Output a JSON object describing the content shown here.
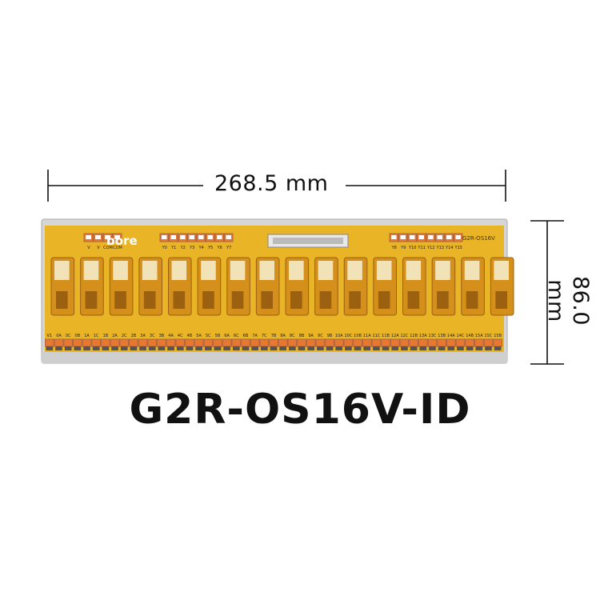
{
  "dimensions": {
    "width": "268.5 mm",
    "height": "86.0 mm"
  },
  "product": {
    "model": "G2R-OS16V-ID",
    "board_label": "G2R-OS16V",
    "brand_fragment": "bore"
  },
  "top_terminals_left": [
    "V",
    "V",
    "COM",
    "COM"
  ],
  "input_terminals_a": [
    "Y0",
    "Y1",
    "Y2",
    "Y3",
    "Y4",
    "Y5",
    "Y6",
    "Y7"
  ],
  "input_terminals_b": [
    "Y8",
    "Y9",
    "Y10",
    "Y11",
    "Y12",
    "Y13",
    "Y14",
    "Y15"
  ],
  "bottom_terminals": [
    "V1",
    "0A",
    "0C",
    "0B",
    "1A",
    "1C",
    "1B",
    "2A",
    "2C",
    "2B",
    "3A",
    "3C",
    "3B",
    "4A",
    "4C",
    "4B",
    "5A",
    "5C",
    "5B",
    "6A",
    "6C",
    "6B",
    "7A",
    "7C",
    "7B",
    "8A",
    "8C",
    "8B",
    "9A",
    "9C",
    "9B",
    "10A",
    "10C",
    "10B",
    "11A",
    "11C",
    "11B",
    "12A",
    "12C",
    "12B",
    "13A",
    "13C",
    "13B",
    "14A",
    "14C",
    "14B",
    "15A",
    "15C",
    "15B"
  ],
  "relay_count": 16,
  "colors": {
    "pcb": "#e9b526",
    "relay": "#d4901a",
    "terminal": "#e87830",
    "rail": "#c8c8c8"
  }
}
